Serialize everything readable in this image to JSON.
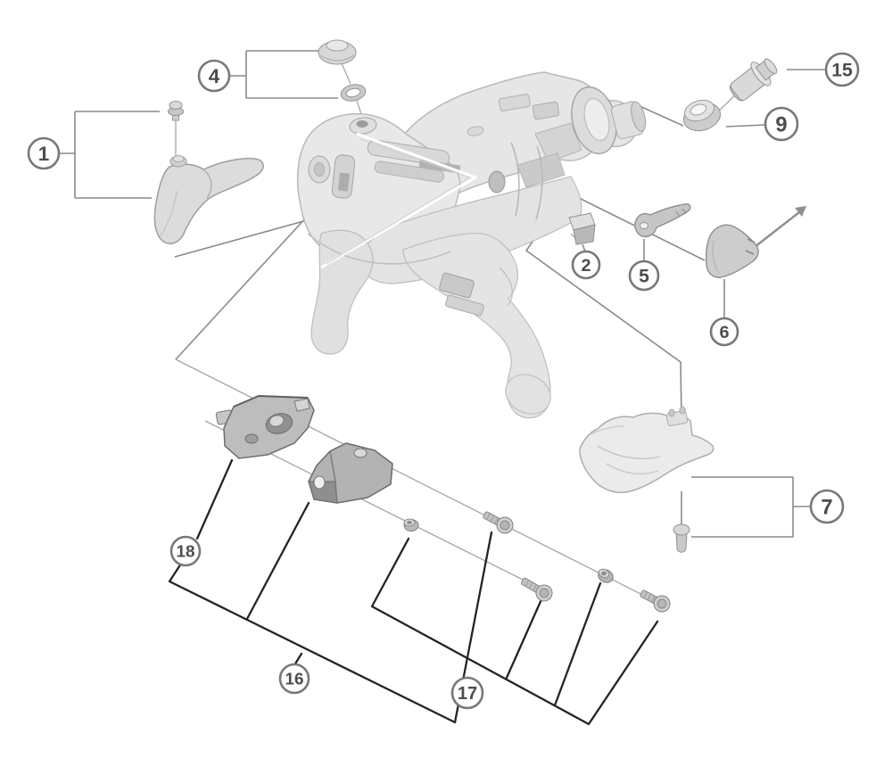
{
  "diagram": {
    "kind": "exploded-parts-diagram",
    "background_color": "#ffffff",
    "callouts": [
      {
        "label": "1"
      },
      {
        "label": "2"
      },
      {
        "label": "4"
      },
      {
        "label": "5"
      },
      {
        "label": "6"
      },
      {
        "label": "7"
      },
      {
        "label": "9"
      },
      {
        "label": "15"
      },
      {
        "label": "16"
      },
      {
        "label": "17"
      },
      {
        "label": "18"
      }
    ],
    "colors": {
      "leader_line": "#8a8a8a",
      "bracket_line_dark": "#242424",
      "axis_line": "#a6a6a6",
      "callout_circle_stroke": "#787878",
      "callout_circle_fill": "#ffffff",
      "callout_text": "#4c4c4c",
      "part_fill_light": "#e7e7e7",
      "part_fill_mid": "#cccccc",
      "part_fill_dark": "#b0b0b0",
      "part_stroke": "#9a9a9a",
      "body_stroke": "#b9b9b9",
      "highlight": "#ffffff"
    }
  }
}
